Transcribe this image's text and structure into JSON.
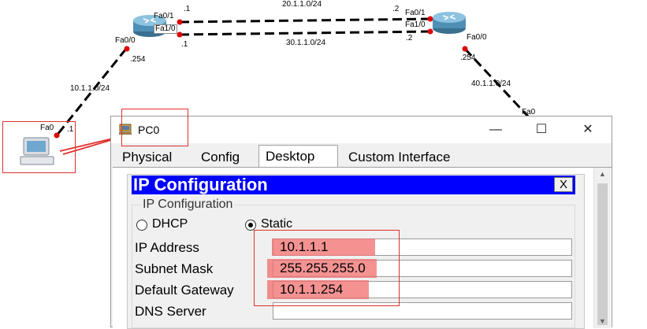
{
  "topology": {
    "links": {
      "lan_pc": "10.1.1.0/24",
      "wan_upper": "20.1.1.0/24",
      "wan_lower": "30.1.1.0/24",
      "lan_right": "40.1.1.0/24"
    },
    "router_left": {
      "if_fa0_1": "Fa0/1",
      "if_fa1_0": "Fa1/0",
      "if_fa0_0": "Fa0/0",
      "ip_fa0_1": ".1",
      "ip_fa1_0": ".1",
      "ip_fa0_0": ".254"
    },
    "router_right": {
      "if_fa0_1": "Fa0/1",
      "if_fa1_0": "Fa1/0",
      "if_fa0_0": "Fa0/0",
      "ip_fa0_1": ".2",
      "ip_fa1_0": ".2",
      "ip_fa0_0": ".254"
    },
    "pc": {
      "if_fa0": "Fa0",
      "ip_fa0": ".1"
    },
    "right_edge_if": "Fa0"
  },
  "window": {
    "title": "PC0",
    "controls": {
      "minimize": "—",
      "maximize": "☐",
      "close": "✕"
    },
    "tabs": [
      {
        "label": "Physical"
      },
      {
        "label": "Config"
      },
      {
        "label": "Desktop"
      },
      {
        "label": "Custom Interface"
      }
    ],
    "active_tab": "Desktop"
  },
  "ipconfig": {
    "header": "IP Configuration",
    "close_label": "X",
    "group_legend": "IP Configuration",
    "mode_dhcp": "DHCP",
    "mode_static": "Static",
    "selected_mode": "Static",
    "fields": {
      "ip_label": "IP Address",
      "ip_value": "10.1.1.1",
      "mask_label": "Subnet Mask",
      "mask_value": "255.255.255.0",
      "gw_label": "Default Gateway",
      "gw_value": "10.1.1.254",
      "dns_label": "DNS Server",
      "dns_value": ""
    }
  },
  "colors": {
    "header_blue": "#0000ff",
    "annotation_red": "#e03030",
    "highlight": "#f06e6e",
    "link_dot": "#e00000"
  }
}
